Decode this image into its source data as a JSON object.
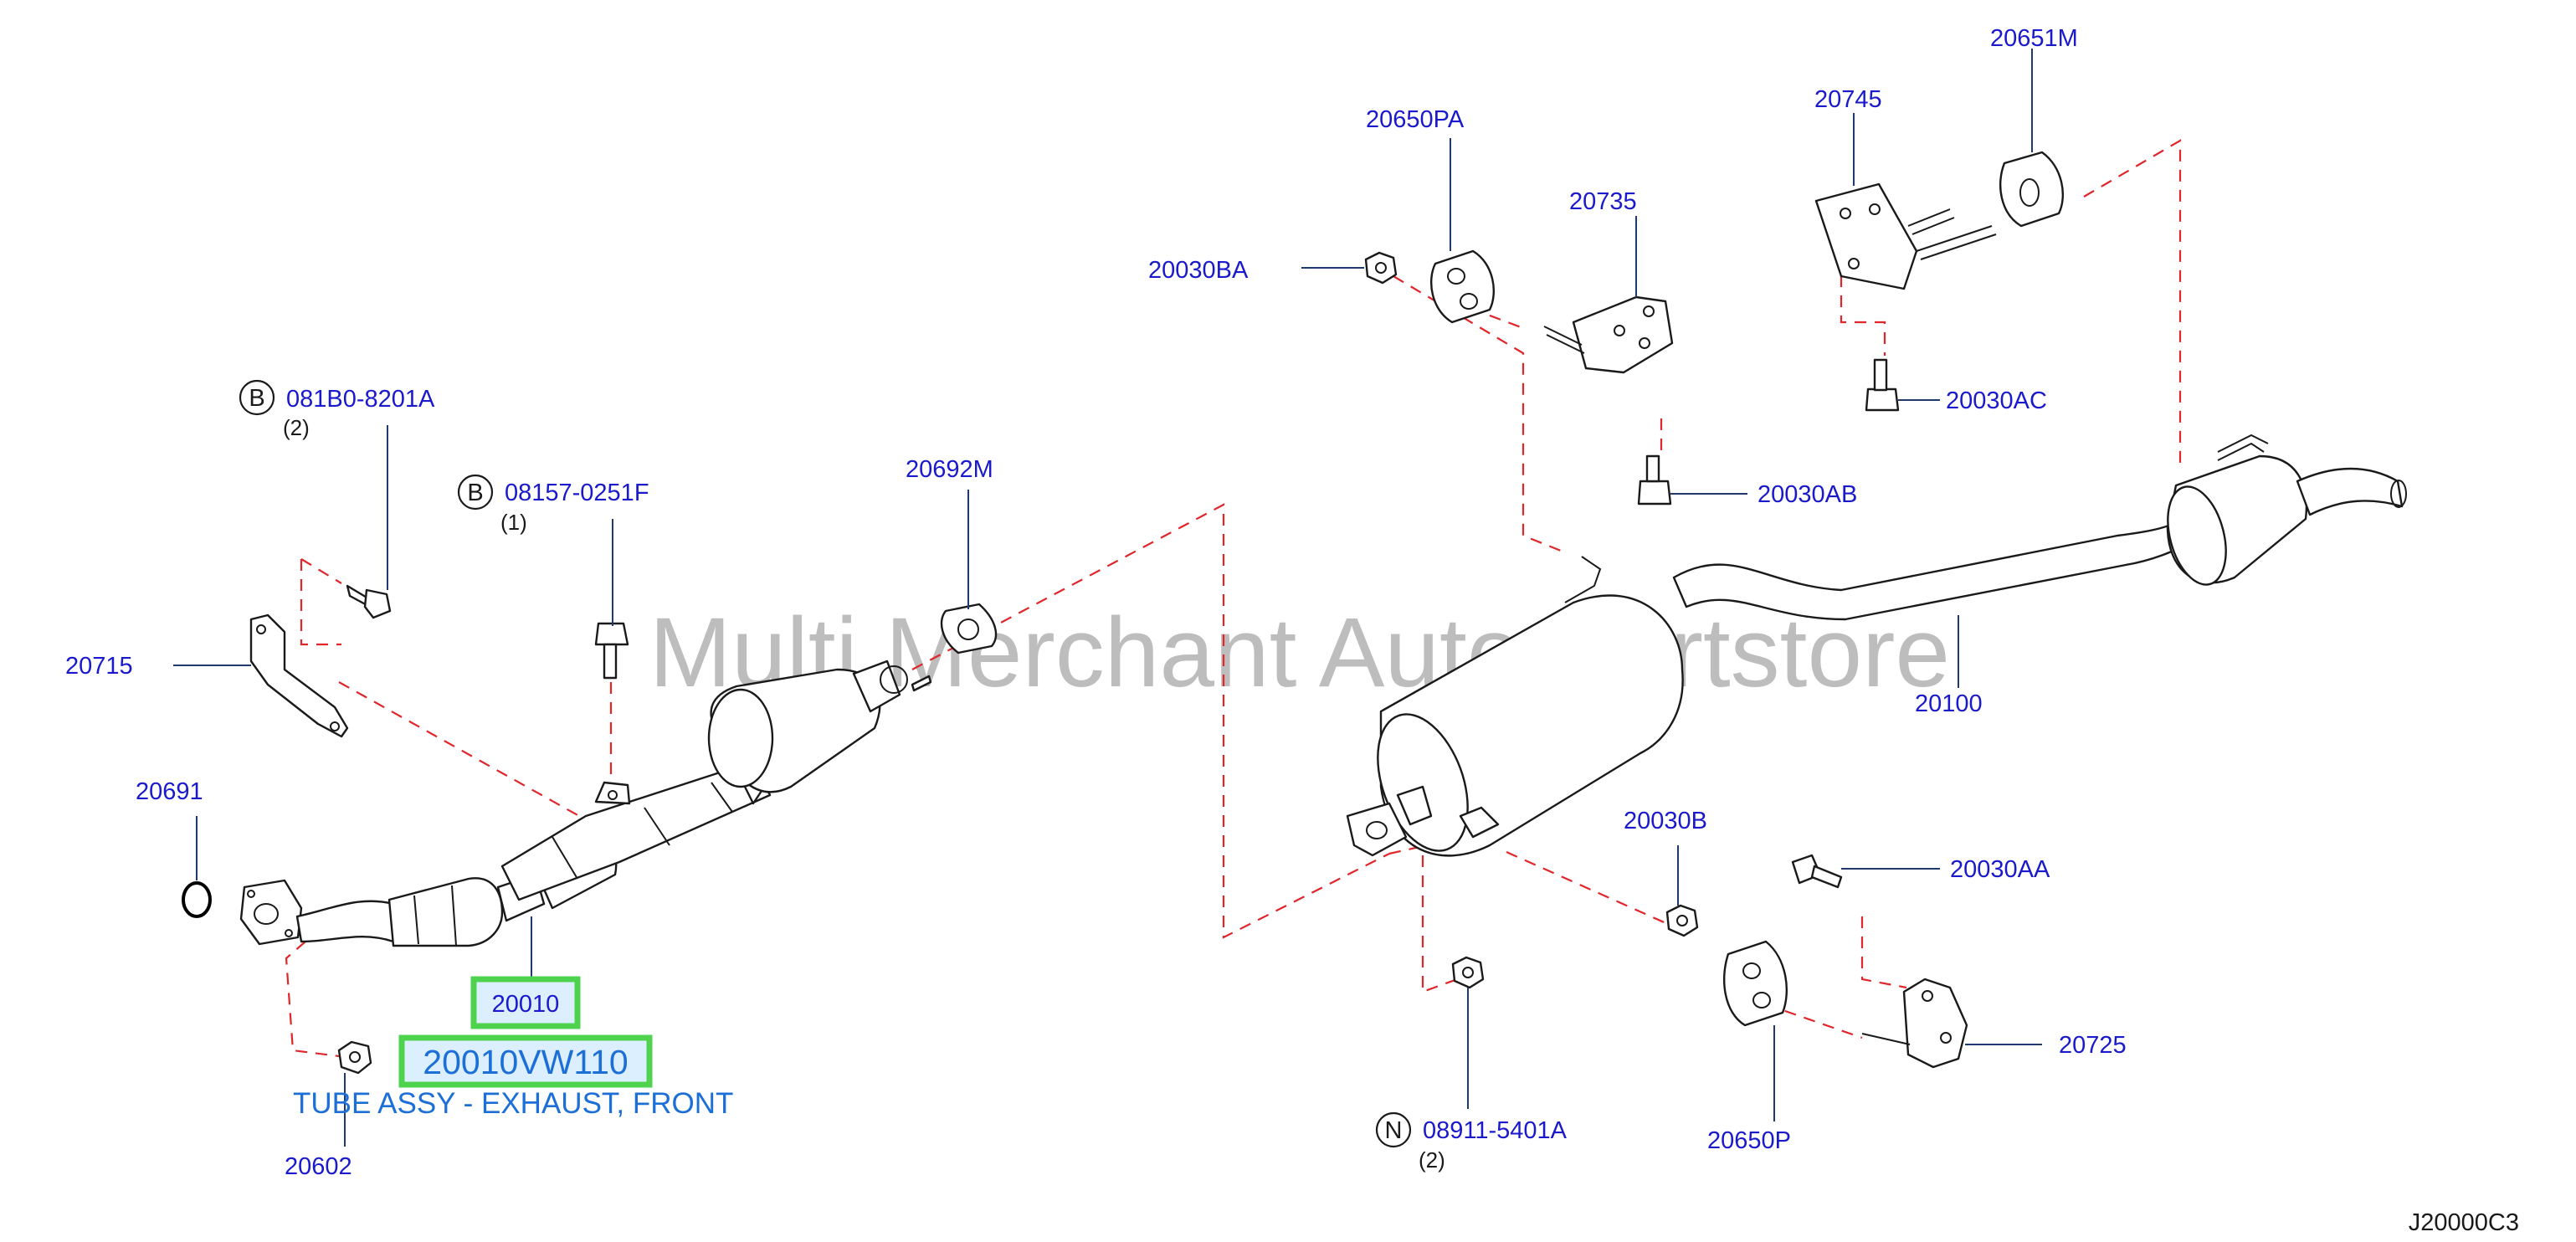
{
  "watermark": "Multi Merchant Auto Partstore",
  "diagram_code": "J20000C3",
  "colors": {
    "callout_text": "#1a1acc",
    "highlight_box": "#4fd34f",
    "highlight_fill": "#dcefff",
    "description_text": "#1c6fd6",
    "dashed_line": "#e0262a",
    "watermark": "#bdbdbd"
  },
  "callouts": {
    "c081B0": {
      "marker": "B",
      "number": "081B0-8201A",
      "qty": "(2)"
    },
    "c08157": {
      "marker": "B",
      "number": "08157-0251F",
      "qty": "(1)"
    },
    "c08911": {
      "marker": "N",
      "number": "08911-5401A",
      "qty": "(2)"
    },
    "c20715": {
      "number": "20715"
    },
    "c20691": {
      "number": "20691"
    },
    "c20692M": {
      "number": "20692M"
    },
    "c20602": {
      "number": "20602"
    },
    "c20650PA": {
      "number": "20650PA"
    },
    "c20030BA": {
      "number": "20030BA"
    },
    "c20735": {
      "number": "20735"
    },
    "c20745": {
      "number": "20745"
    },
    "c20651M": {
      "number": "20651M"
    },
    "c20030AC": {
      "number": "20030AC"
    },
    "c20030AB": {
      "number": "20030AB"
    },
    "c20100": {
      "number": "20100"
    },
    "c20030B": {
      "number": "20030B"
    },
    "c20030AA": {
      "number": "20030AA"
    },
    "c20725": {
      "number": "20725"
    },
    "c20650P": {
      "number": "20650P"
    }
  },
  "highlighted": {
    "ref_number": "20010",
    "part_number": "20010VW110",
    "description": "TUBE ASSY - EXHAUST, FRONT"
  },
  "icons": [
    "circle-b-marker-icon",
    "circle-n-marker-icon"
  ]
}
